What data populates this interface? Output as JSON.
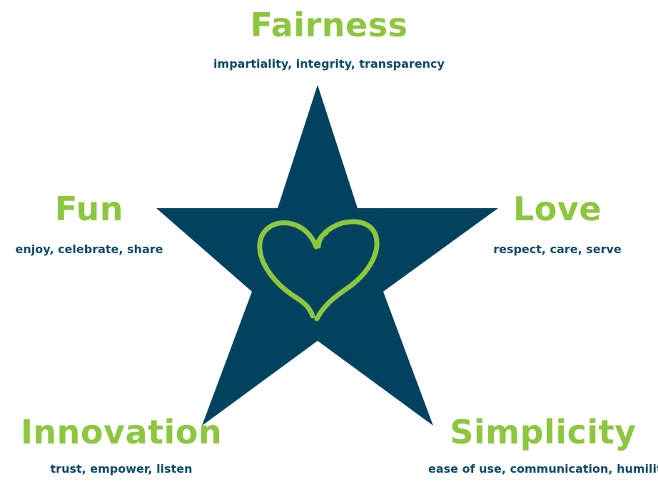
{
  "colors": {
    "title_green": "#8dc63f",
    "text_navy": "#0f4a65",
    "star_fill": "#01435f",
    "heart_stroke": "#8dc63f",
    "background": "#ffffff"
  },
  "values": {
    "fairness": {
      "title": "Fairness",
      "subtitle": "impartiality, integrity, transparency"
    },
    "fun": {
      "title": "Fun",
      "subtitle": "enjoy, celebrate, share"
    },
    "love": {
      "title": "Love",
      "subtitle": "respect, care, serve"
    },
    "innovation": {
      "title": "Innovation",
      "subtitle": "trust, empower, listen"
    },
    "simplicity": {
      "title": "Simplicity",
      "subtitle": "ease of use, communication, humility"
    }
  },
  "icons": {
    "center": "star-icon",
    "heart": "heart-icon"
  }
}
